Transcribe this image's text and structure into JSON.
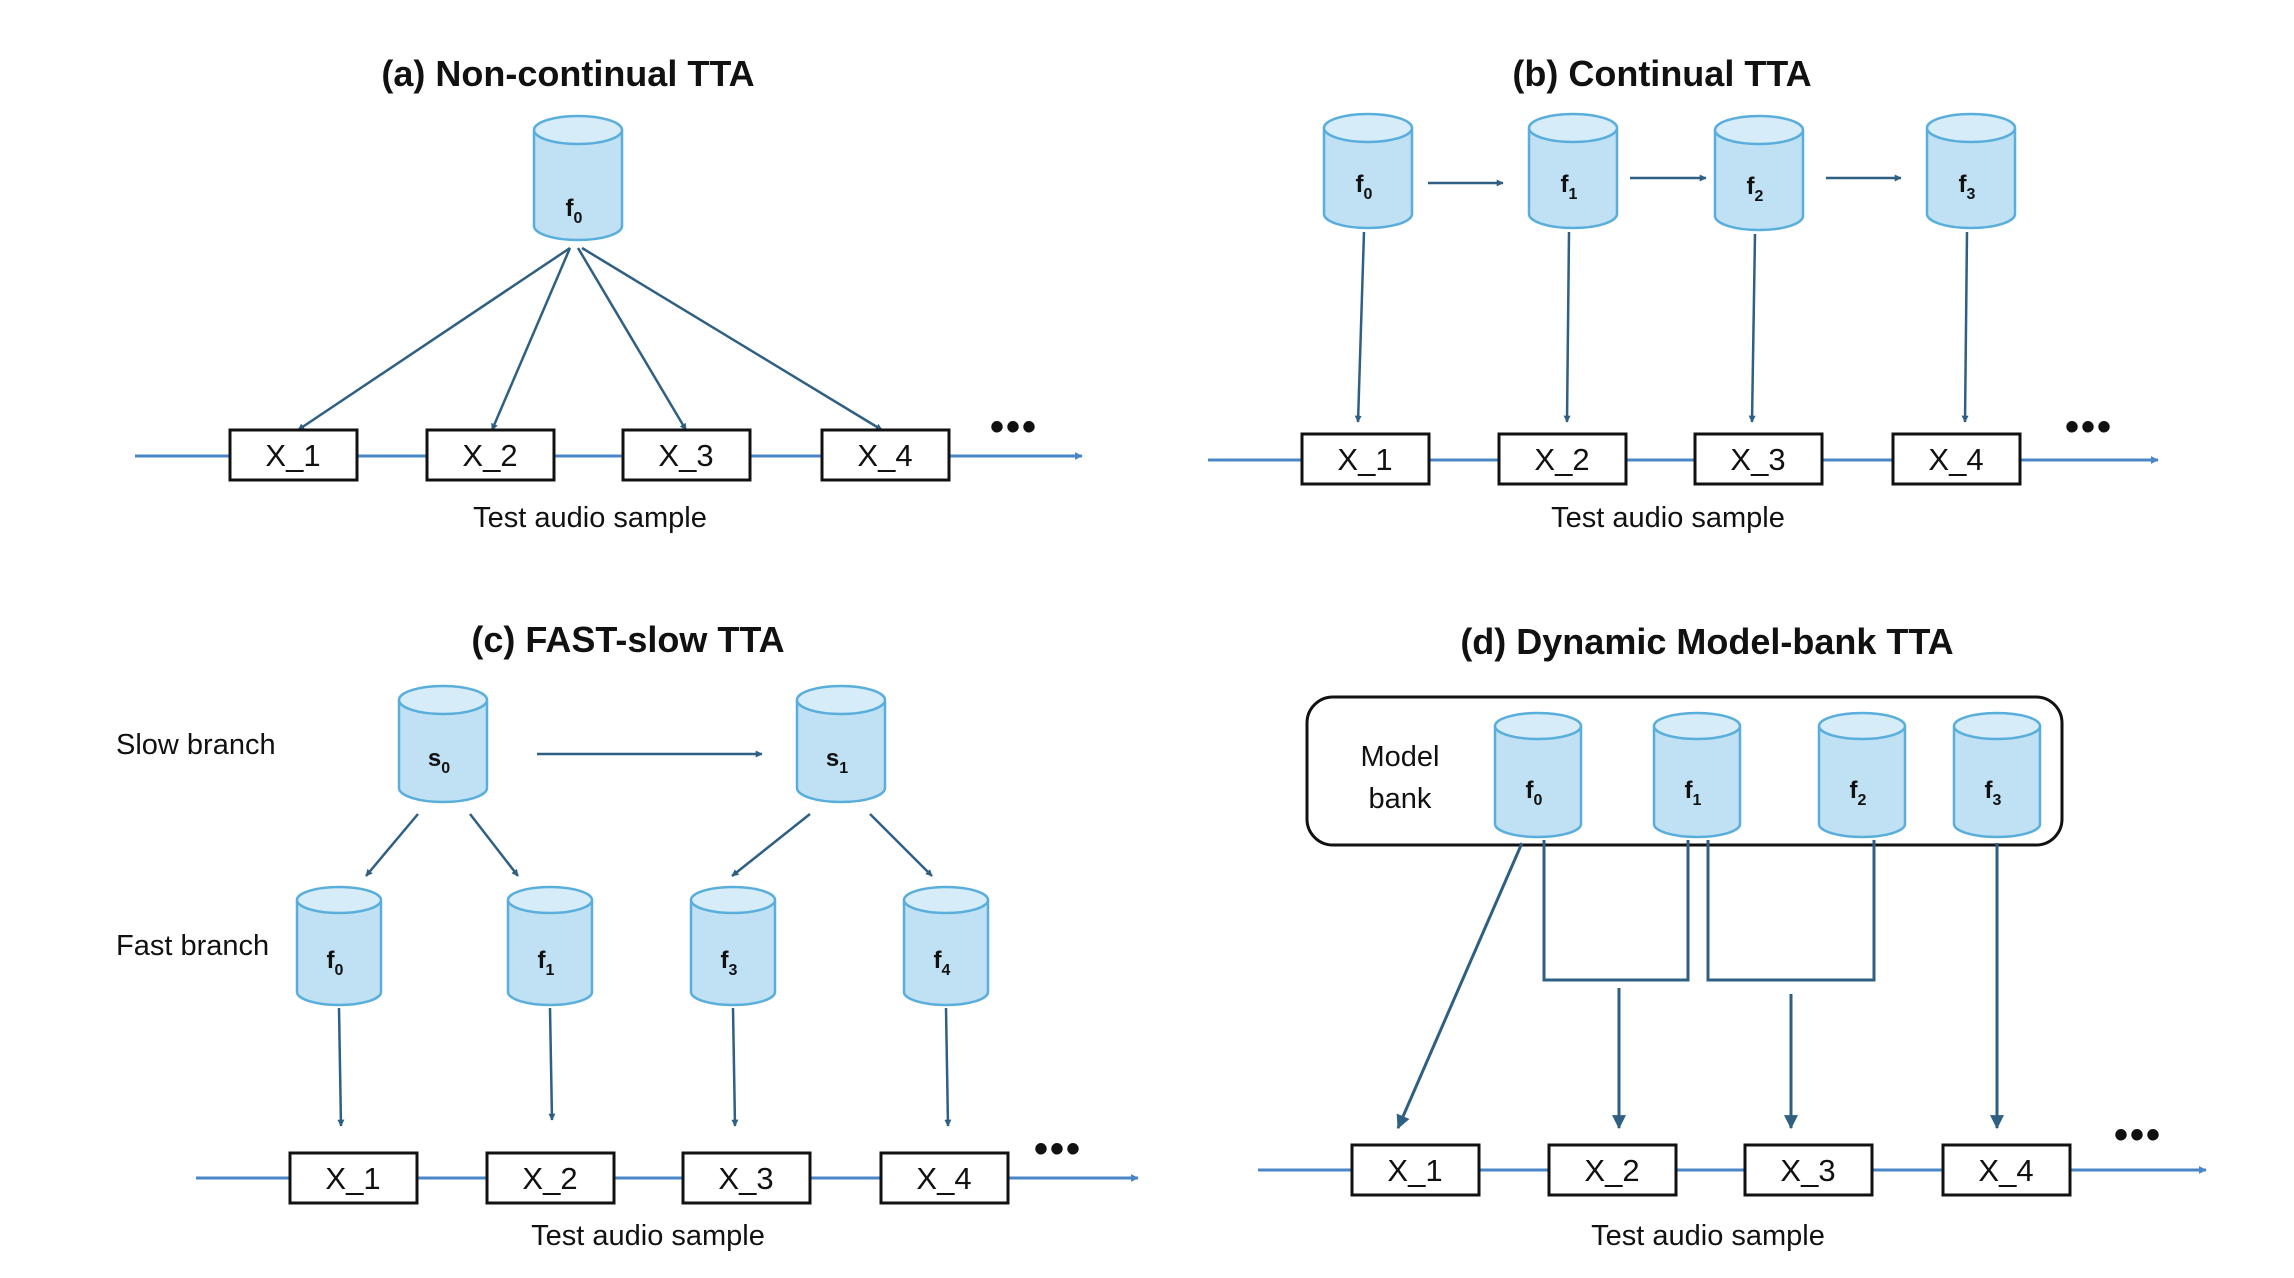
{
  "colors": {
    "cylinder_fill": "#bfe1f3",
    "cylinder_top": "#d6ecf8",
    "cylinder_stroke": "#5aaedc",
    "arrow": "#2f5f82",
    "timeline": "#4a86c5",
    "box_stroke": "#111111"
  },
  "ellipsis": "•••",
  "panel_a": {
    "title": "(a)  Non-continual TTA",
    "models": [
      {
        "base": "f",
        "sub": "0"
      }
    ],
    "samples": [
      "X_1",
      "X_2",
      "X_3",
      "X_4"
    ],
    "caption": "Test audio sample"
  },
  "panel_b": {
    "title": "(b) Continual TTA",
    "models": [
      {
        "base": "f",
        "sub": "0"
      },
      {
        "base": "f",
        "sub": "1"
      },
      {
        "base": "f",
        "sub": "2"
      },
      {
        "base": "f",
        "sub": "3"
      }
    ],
    "samples": [
      "X_1",
      "X_2",
      "X_3",
      "X_4"
    ],
    "caption": "Test audio sample"
  },
  "panel_c": {
    "title": "(c) FAST-slow TTA",
    "slow_label": "Slow branch",
    "fast_label": "Fast branch",
    "slow_models": [
      {
        "base": "s",
        "sub": "0"
      },
      {
        "base": "s",
        "sub": "1"
      }
    ],
    "fast_models": [
      {
        "base": "f",
        "sub": "0"
      },
      {
        "base": "f",
        "sub": "1"
      },
      {
        "base": "f",
        "sub": "3"
      },
      {
        "base": "f",
        "sub": "4"
      }
    ],
    "samples": [
      "X_1",
      "X_2",
      "X_3",
      "X_4"
    ],
    "caption": "Test audio sample"
  },
  "panel_d": {
    "title": "(d) Dynamic Model-bank TTA",
    "bank_label_line1": "Model",
    "bank_label_line2": "bank",
    "models": [
      {
        "base": "f",
        "sub": "0"
      },
      {
        "base": "f",
        "sub": "1"
      },
      {
        "base": "f",
        "sub": "2"
      },
      {
        "base": "f",
        "sub": "3"
      }
    ],
    "samples": [
      "X_1",
      "X_2",
      "X_3",
      "X_4"
    ],
    "caption": "Test audio sample"
  }
}
